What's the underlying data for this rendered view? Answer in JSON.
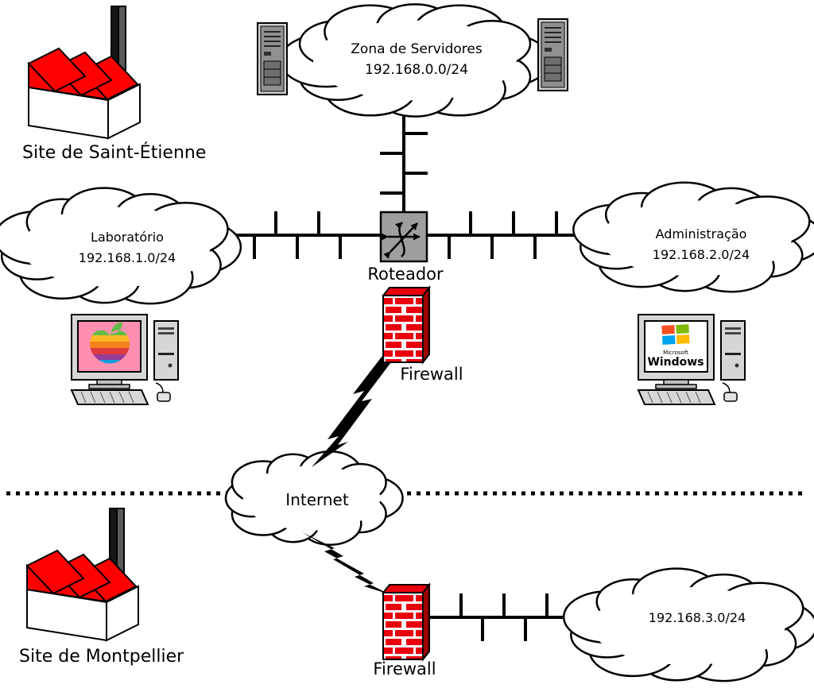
{
  "sites": {
    "saint_etienne": {
      "label": "Site de Saint-Étienne"
    },
    "montpellier": {
      "label": "Site de Montpellier"
    }
  },
  "networks": {
    "servers": {
      "title": "Zona de Servidores",
      "subnet": "192.168.0.0/24"
    },
    "lab": {
      "title": "Laboratório",
      "subnet": "192.168.1.0/24"
    },
    "admin": {
      "title": "Administração",
      "subnet": "192.168.2.0/24"
    },
    "internet": {
      "title": "Internet"
    },
    "montpellier_lan": {
      "subnet": "192.168.3.0/24"
    }
  },
  "devices": {
    "router": {
      "label": "Roteador"
    },
    "firewall_main": {
      "label": "Firewall"
    },
    "firewall_montpellier": {
      "label": "Firewall"
    },
    "windows_workstation": {
      "screen_brand_small": "Microsoft",
      "screen_brand": "Windows"
    }
  },
  "colors": {
    "factory_red": "#ff0000",
    "firewall_brick_red": "#e8000d",
    "firewall_shadow_red": "#9b0000",
    "router_gray": "#9e9e9e",
    "mac_screen_pink": "#ff8fb0",
    "windows_flag": [
      "#f25022",
      "#7fba00",
      "#00a4ef",
      "#ffb900"
    ],
    "apple_stripes": [
      "#61bb46",
      "#fdb827",
      "#f5821f",
      "#e03a3e",
      "#963d97",
      "#009ddc"
    ]
  }
}
